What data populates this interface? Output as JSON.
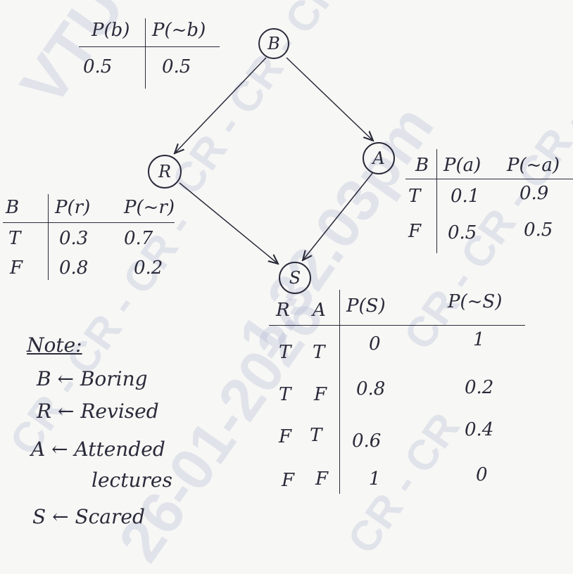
{
  "watermarks": [
    "VTU",
    "CR - CR - CR -",
    "1.32.03pm",
    "CR - CR - CR -",
    "26-01-2026",
    "CR - CR - CR -",
    "CR - CR"
  ],
  "nodes": {
    "B": "B",
    "R": "R",
    "A": "A",
    "S": "S"
  },
  "table_b": {
    "headers": [
      "P(b)",
      "P(~b)"
    ],
    "row": [
      "0.5",
      "0.5"
    ]
  },
  "table_r": {
    "headers": [
      "B",
      "P(r)",
      "P(~r)"
    ],
    "rows": [
      [
        "T",
        "0.3",
        "0.7"
      ],
      [
        "F",
        "0.8",
        "0.2"
      ]
    ]
  },
  "table_a": {
    "headers": [
      "B",
      "P(a)",
      "P(~a)"
    ],
    "rows": [
      [
        "T",
        "0.1",
        "0.9"
      ],
      [
        "F",
        "0.5",
        "0.5"
      ]
    ]
  },
  "table_s": {
    "headers": [
      "R",
      "A",
      "P(S)",
      "P(~S)"
    ],
    "rows": [
      [
        "T",
        "T",
        "0",
        "1"
      ],
      [
        "T",
        "F",
        "0.8",
        "0.2"
      ],
      [
        "F",
        "T",
        "0.6",
        "0.4"
      ],
      [
        "F",
        "F",
        "1",
        "0"
      ]
    ]
  },
  "note": {
    "title": "Note:",
    "lines": [
      "B ← Boring",
      "R ← Revised",
      "A ← Attended",
      "lectures",
      "S ← Scared"
    ]
  }
}
